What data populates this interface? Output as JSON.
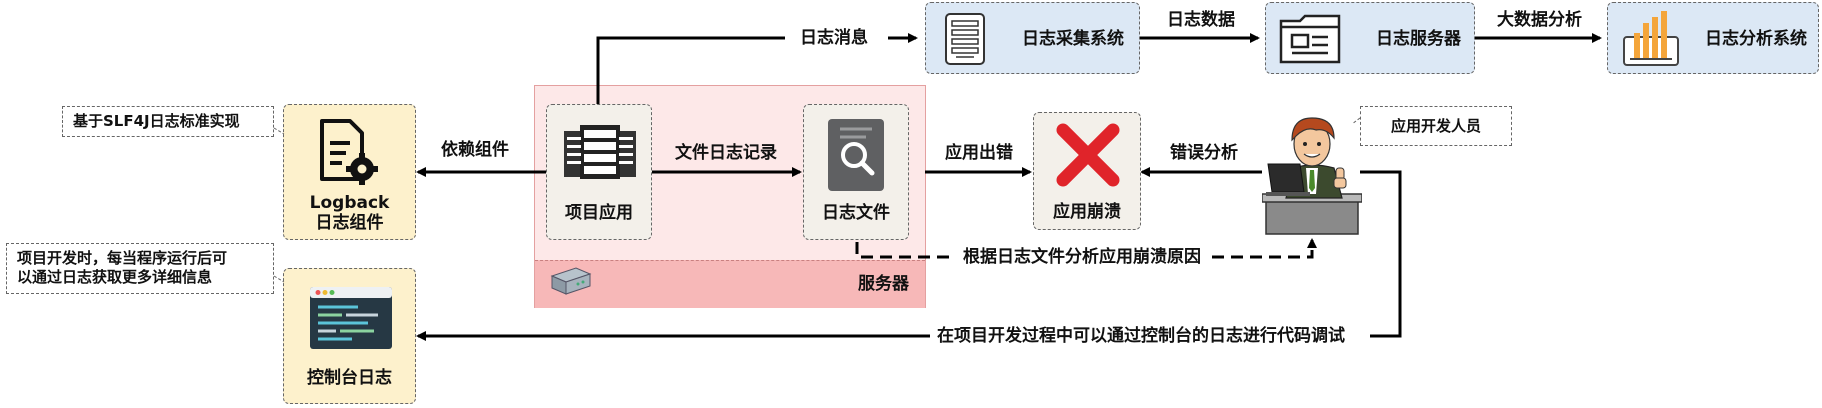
{
  "diagram": {
    "server": {
      "label": "服务器"
    },
    "nodes": {
      "project_app": "项目应用",
      "log_file": "日志文件",
      "app_crash": "应用崩溃",
      "logback_line1": "Logback",
      "logback_line2": "日志组件",
      "console_log": "控制台日志",
      "log_collect": "日志采集系统",
      "log_server": "日志服务器",
      "log_analysis": "日志分析系统"
    },
    "edges": {
      "log_message": "日志消息",
      "log_data": "日志数据",
      "big_data": "大数据分析",
      "depends": "依赖组件",
      "file_record": "文件日志记录",
      "app_error": "应用出错",
      "error_analysis": "错误分析",
      "crash_reason": "根据日志文件分析应用崩溃原因",
      "console_debug": "在项目开发过程中可以通过控制台的日志进行代码调试"
    },
    "notes": {
      "slf4j": "基于SLF4J日志标准实现",
      "detail_line1": "项目开发时，每当程序运行后可",
      "detail_line2": "以通过日志获取更多详细信息",
      "developer": "应用开发人员"
    },
    "colors": {
      "server_bg": "#fde8e8",
      "server_bar": "#f7b8b8",
      "yellow_box": "#fdf1cc",
      "blue_box": "#dce8f5",
      "node_box": "#f3f0ea",
      "arrow": "#000000",
      "chart_orange": "#f4a53a",
      "cross_red": "#e0242a"
    },
    "icons": [
      "server-rack-icon",
      "document-search-icon",
      "red-cross-icon",
      "document-gear-icon",
      "console-window-icon",
      "server-unit-icon",
      "folder-document-icon",
      "bar-chart-icon",
      "developer-laptop-icon",
      "server-hardware-icon"
    ]
  }
}
